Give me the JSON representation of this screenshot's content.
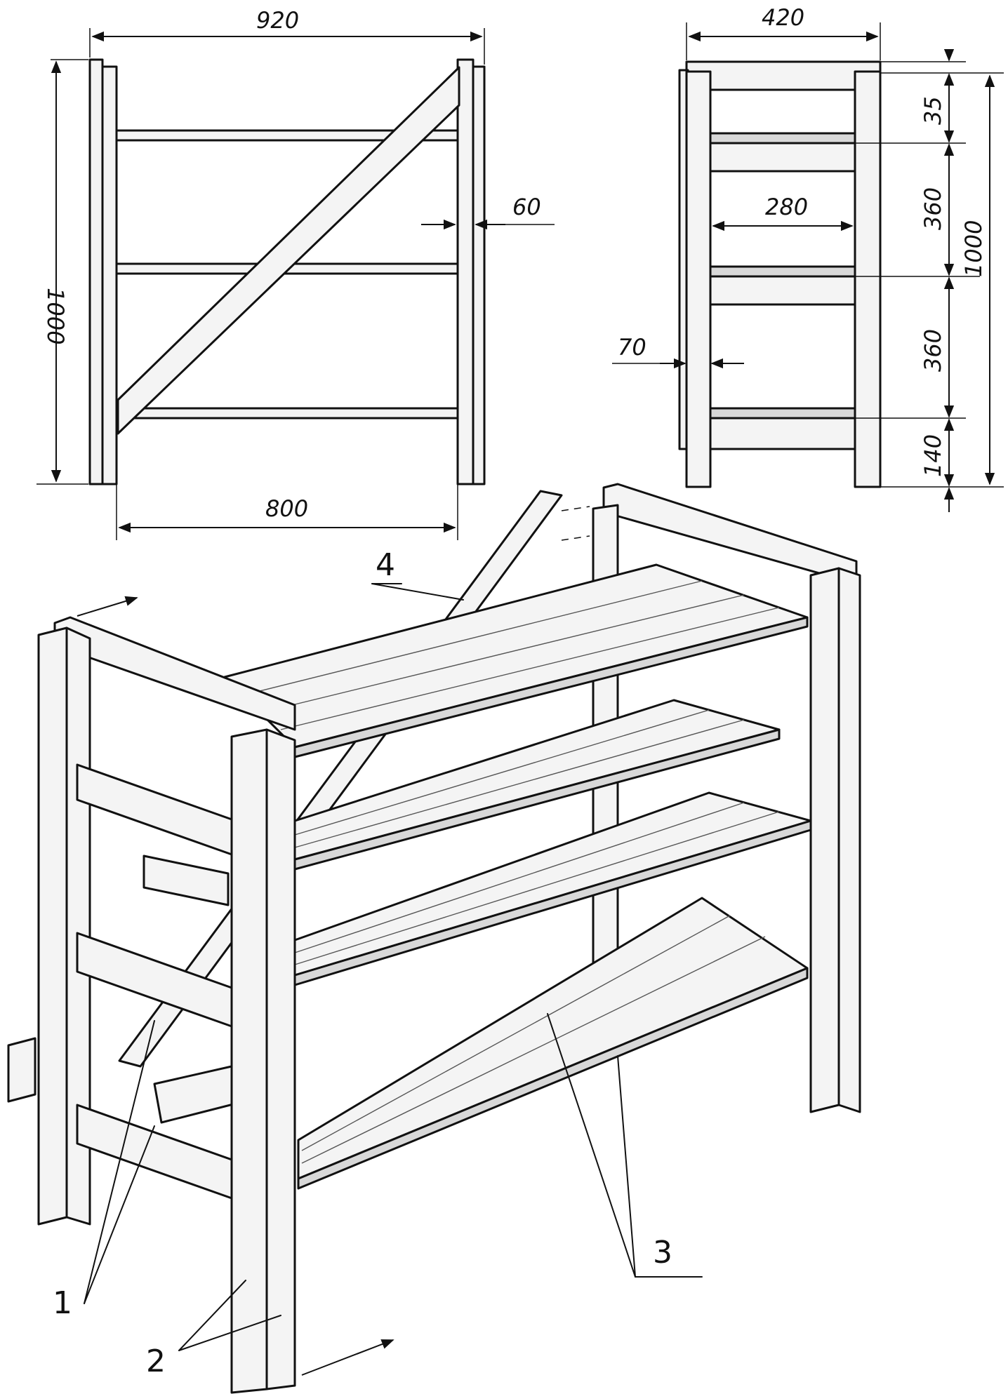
{
  "front_view": {
    "overall_width": "920",
    "height": "1000",
    "inner_width": "800",
    "post_width": "60"
  },
  "side_view": {
    "overall_depth": "420",
    "height": "1000",
    "inner_depth": "280",
    "post_width": "70",
    "segment_top": "35",
    "segment_2": "360",
    "segment_3": "360",
    "segment_bottom": "140"
  },
  "callouts": {
    "c1": "1",
    "c2": "2",
    "c3": "3",
    "c4": "4"
  }
}
